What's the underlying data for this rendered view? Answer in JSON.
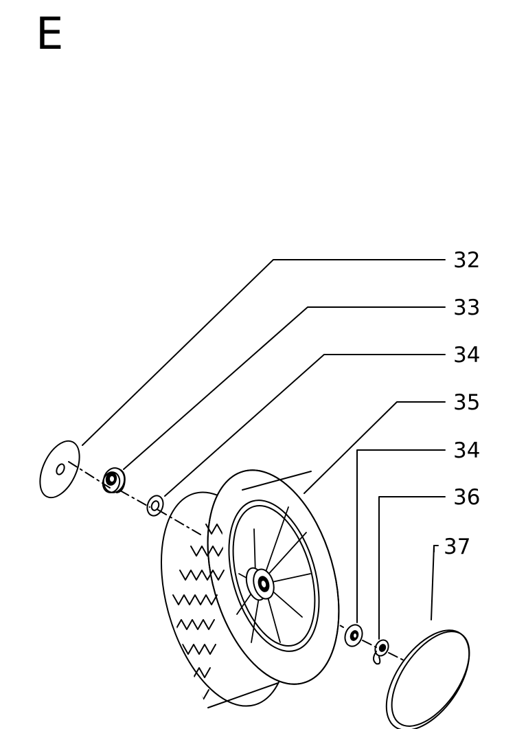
{
  "diagram": {
    "section_letter": "E",
    "callouts": [
      {
        "label": "32",
        "part": "hub-cap"
      },
      {
        "label": "33",
        "part": "bushing"
      },
      {
        "label": "34",
        "part": "washer-inner"
      },
      {
        "label": "35",
        "part": "wheel"
      },
      {
        "label": "34",
        "part": "washer-outer"
      },
      {
        "label": "36",
        "part": "clip"
      },
      {
        "label": "37",
        "part": "cover-disc"
      }
    ]
  },
  "colors": {
    "ink": "#000000",
    "paper": "#ffffff"
  }
}
